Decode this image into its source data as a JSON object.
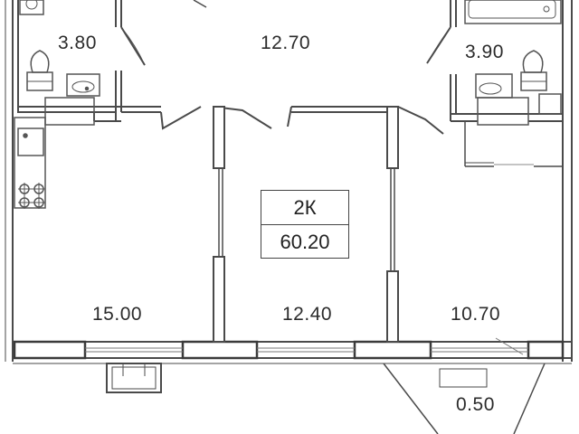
{
  "plan": {
    "apartment_type": "2К",
    "total_area": "60.20",
    "rooms": [
      {
        "id": "bathroom-left",
        "area": "3.80"
      },
      {
        "id": "hallway",
        "area": "12.70"
      },
      {
        "id": "bathroom-right",
        "area": "3.90"
      },
      {
        "id": "kitchen-living",
        "area": "15.00"
      },
      {
        "id": "bedroom-middle",
        "area": "12.40"
      },
      {
        "id": "bedroom-right",
        "area": "10.70"
      },
      {
        "id": "balcony",
        "area": "0.50"
      }
    ]
  },
  "colors": {
    "wall": "#4a4a4a",
    "line": "#555555",
    "text": "#2b2b2b",
    "background": "#ffffff"
  }
}
